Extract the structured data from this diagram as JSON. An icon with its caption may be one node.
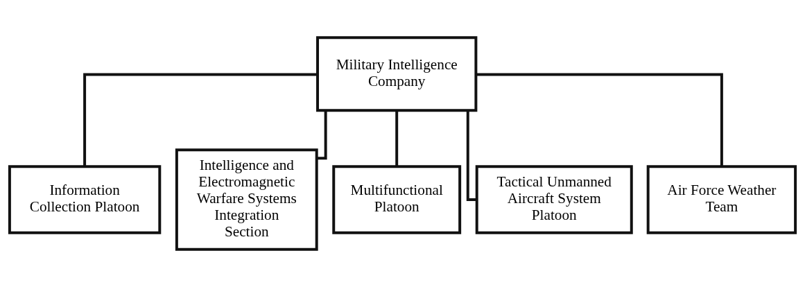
{
  "diagram": {
    "nodes": [
      {
        "text": [
          "Military Intelligence Company"
        ]
      },
      {
        "text": [
          "Information Collection Platoon"
        ]
      },
      {
        "text": [
          "Intelligence and Electromagnetic Warfare Systems Integration Section"
        ]
      },
      {
        "text": [
          "Multifunctional Platoon"
        ]
      },
      {
        "text": [
          "Tactical Unmanned Aircraft System Platoon"
        ]
      },
      {
        "text": [
          "Air Force Weather Team"
        ]
      }
    ],
    "edges": [
      {
        "from": 0,
        "to": 1,
        "arrow": "none"
      },
      {
        "from": 0,
        "to": 2,
        "arrow": "none"
      },
      {
        "from": 0,
        "to": 3,
        "arrow": "none"
      },
      {
        "from": 0,
        "to": 4,
        "arrow": "none"
      },
      {
        "from": 0,
        "to": 5,
        "arrow": "none"
      }
    ]
  }
}
